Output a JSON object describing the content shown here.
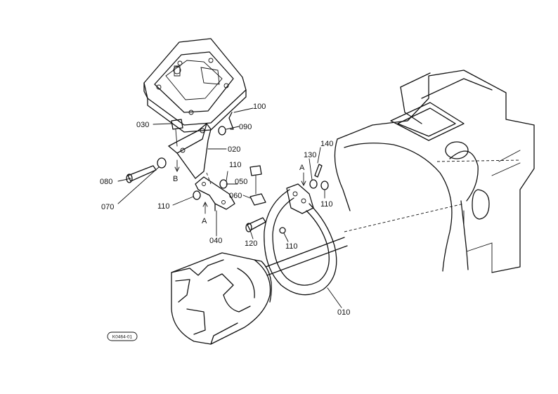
{
  "parts": [
    {
      "id": "p030",
      "label": "030"
    },
    {
      "id": "p100",
      "label": "100"
    },
    {
      "id": "p090",
      "label": "090"
    },
    {
      "id": "p020",
      "label": "020"
    },
    {
      "id": "p080",
      "label": "080"
    },
    {
      "id": "p070",
      "label": "070"
    },
    {
      "id": "p110a",
      "label": "110"
    },
    {
      "id": "p050",
      "label": "050"
    },
    {
      "id": "p060",
      "label": "060"
    },
    {
      "id": "p110b",
      "label": "110"
    },
    {
      "id": "p040",
      "label": "040"
    },
    {
      "id": "p120",
      "label": "120"
    },
    {
      "id": "p130",
      "label": "130"
    },
    {
      "id": "p140",
      "label": "140"
    },
    {
      "id": "p110c",
      "label": "110"
    },
    {
      "id": "p110d",
      "label": "110"
    },
    {
      "id": "p010",
      "label": "010"
    }
  ],
  "markers": {
    "b": "B",
    "a1": "A",
    "a2": "A"
  },
  "reference_code": "K0464-01"
}
